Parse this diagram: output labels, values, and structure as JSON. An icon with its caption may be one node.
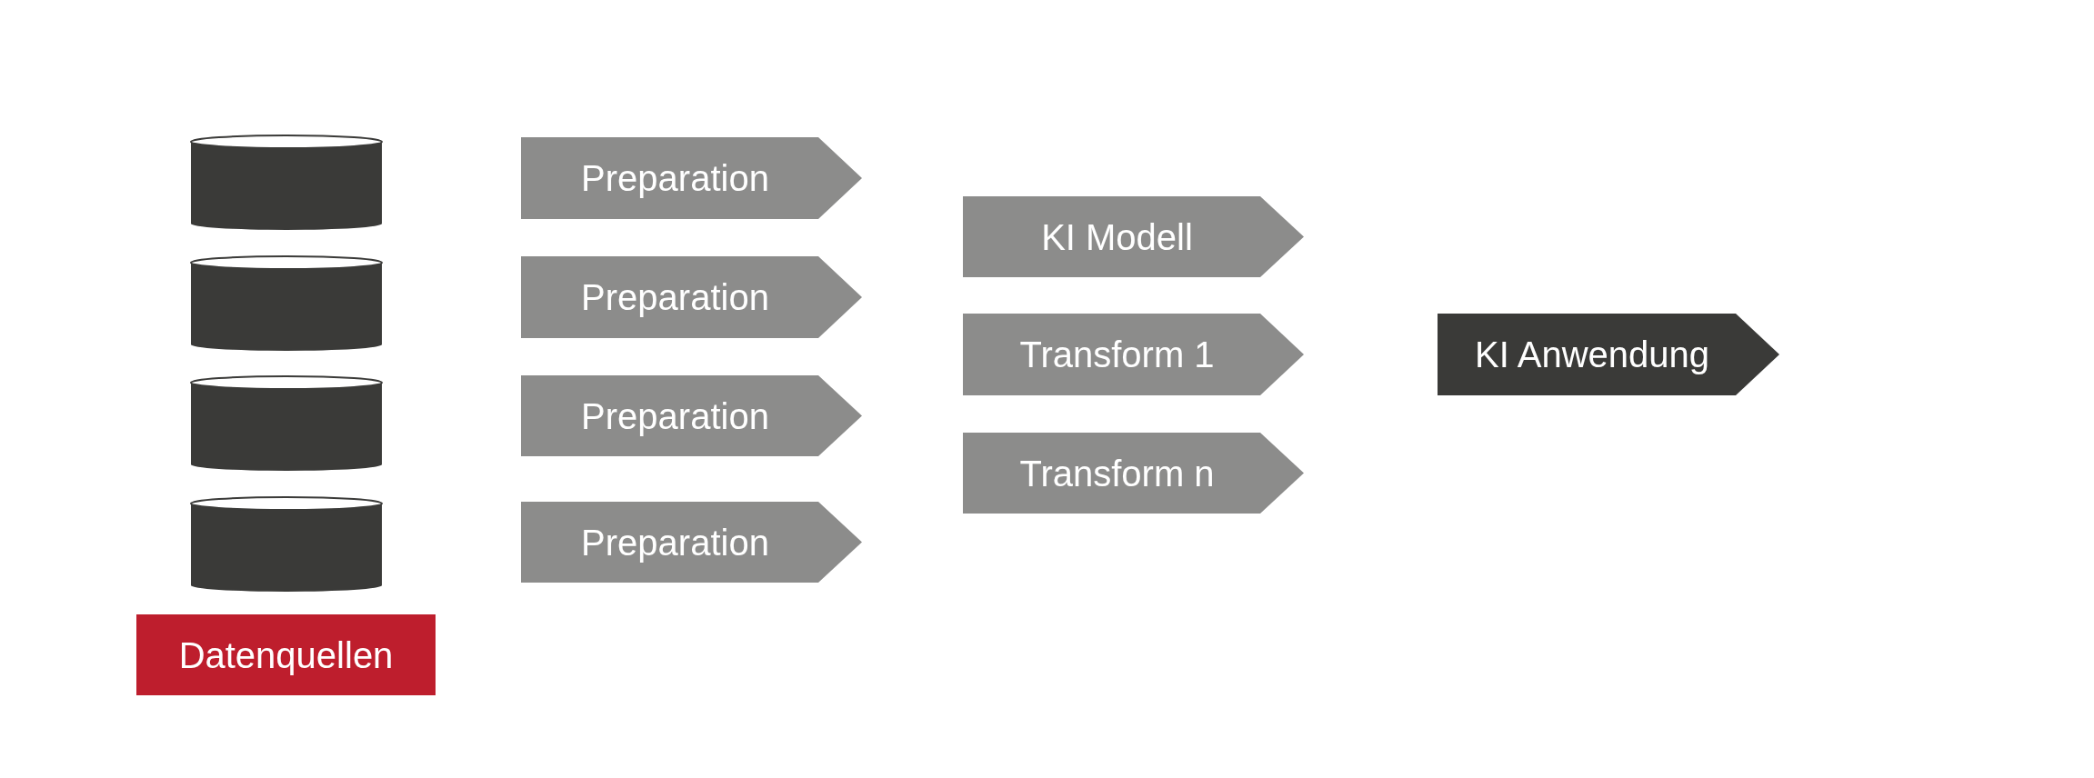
{
  "diagram": {
    "nodes": [
      {
        "text": [],
        "shape": "cylinder"
      },
      {
        "text": [],
        "shape": "cylinder"
      },
      {
        "text": [],
        "shape": "cylinder"
      },
      {
        "text": [],
        "shape": "cylinder"
      },
      {
        "text": [
          "Datenquellen"
        ]
      },
      {
        "text": [
          "Preparation"
        ]
      },
      {
        "text": [
          "Preparation"
        ]
      },
      {
        "text": [
          "Preparation"
        ]
      },
      {
        "text": [
          "Preparation"
        ]
      },
      {
        "text": [
          "KI Modell"
        ]
      },
      {
        "text": [
          "Transform 1"
        ]
      },
      {
        "text": [
          "Transform n"
        ]
      },
      {
        "text": [
          "KI Anwendung"
        ]
      }
    ]
  }
}
